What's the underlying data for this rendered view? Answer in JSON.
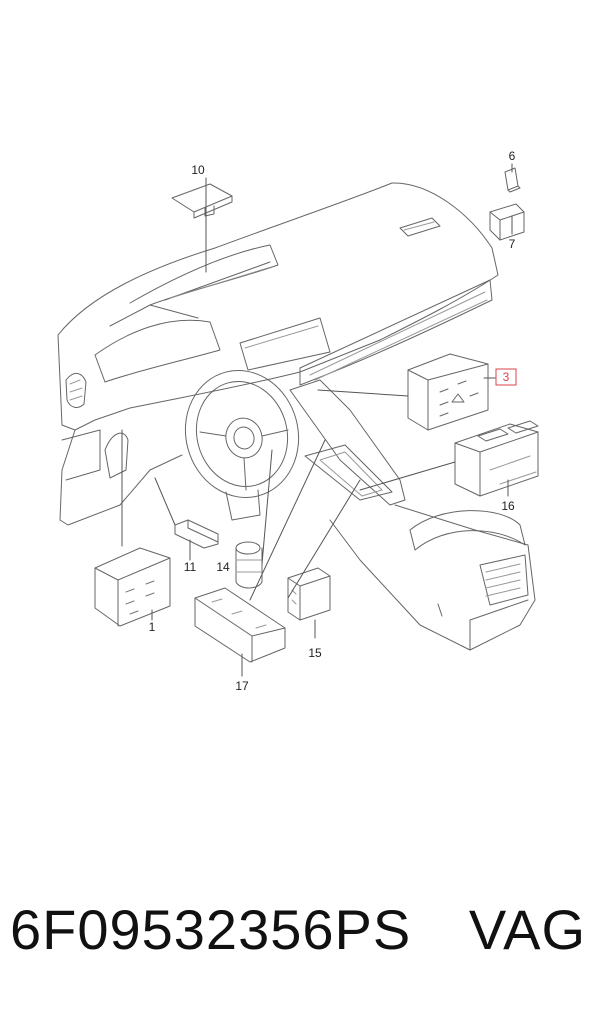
{
  "diagram": {
    "callouts": [
      {
        "id": "1",
        "label": "1",
        "highlighted": false
      },
      {
        "id": "3",
        "label": "3",
        "highlighted": true
      },
      {
        "id": "6",
        "label": "6",
        "highlighted": false
      },
      {
        "id": "7",
        "label": "7",
        "highlighted": false
      },
      {
        "id": "10",
        "label": "10",
        "highlighted": false
      },
      {
        "id": "11",
        "label": "11",
        "highlighted": false
      },
      {
        "id": "14",
        "label": "14",
        "highlighted": false
      },
      {
        "id": "15",
        "label": "15",
        "highlighted": false
      },
      {
        "id": "16",
        "label": "16",
        "highlighted": false
      },
      {
        "id": "17",
        "label": "17",
        "highlighted": false
      }
    ],
    "highlight_color": "#d8434e",
    "line_color": "#555555"
  },
  "footer": {
    "part_number": "6F09532356PS",
    "brand": "VAG"
  }
}
